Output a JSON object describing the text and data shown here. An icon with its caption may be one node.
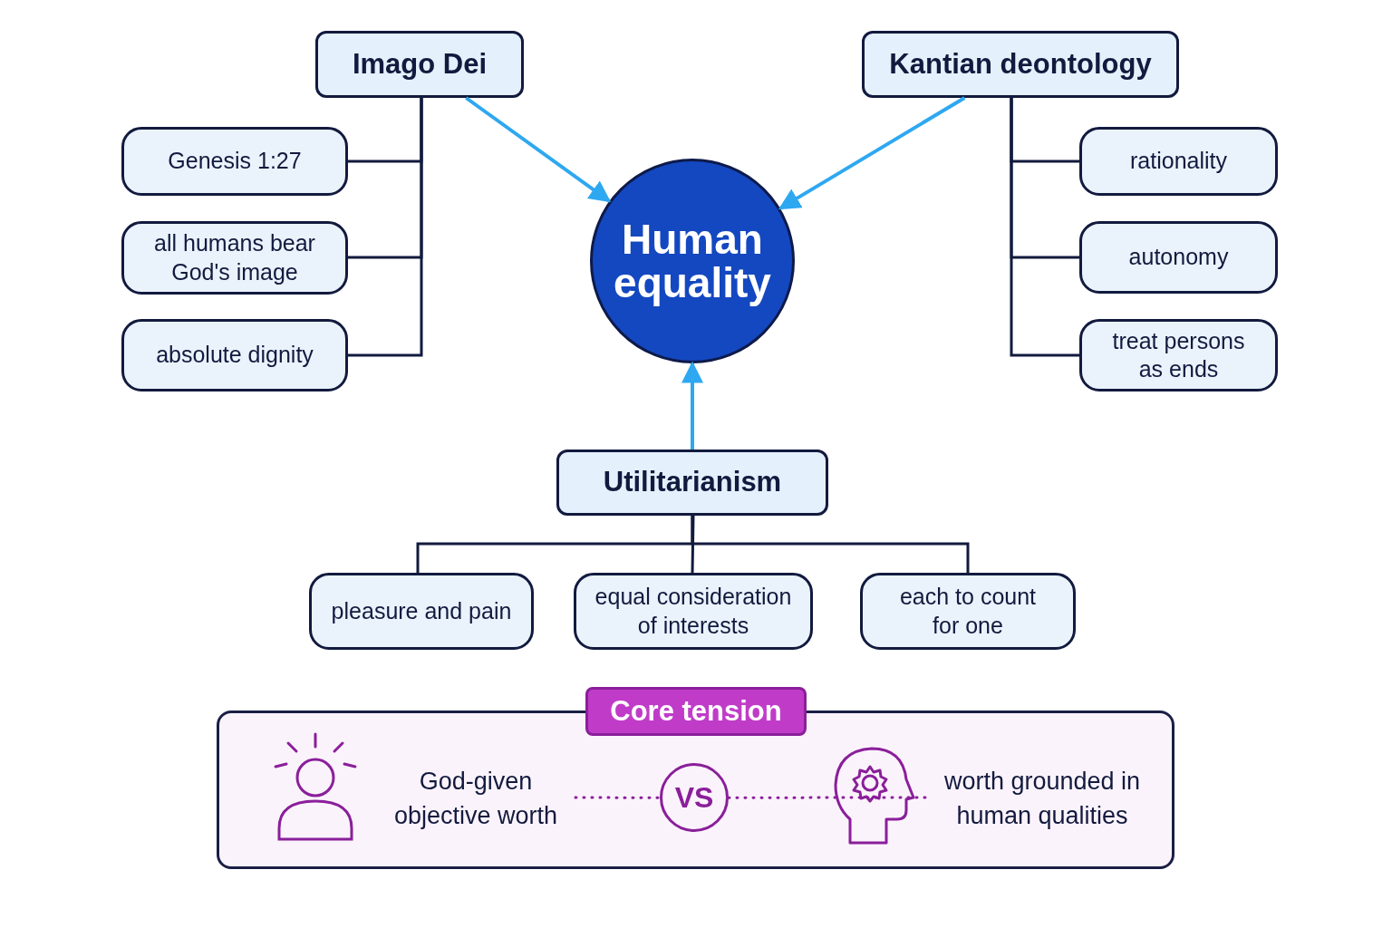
{
  "diagram": {
    "nodes": [
      {
        "text": [
          "Imago Dei"
        ]
      },
      {
        "text": [
          "Genesis 1:27"
        ]
      },
      {
        "text": [
          "all humans bear God's image"
        ]
      },
      {
        "text": [
          "absolute dignity"
        ]
      },
      {
        "text": [
          "Human equality"
        ]
      },
      {
        "text": [
          "Kantian deontology"
        ]
      },
      {
        "text": [
          "rationality"
        ]
      },
      {
        "text": [
          "autonomy"
        ]
      },
      {
        "text": [
          "treat persons as ends"
        ]
      },
      {
        "text": [
          "Utilitarianism"
        ]
      },
      {
        "text": [
          "pleasure and pain"
        ]
      },
      {
        "text": [
          "equal consideration of interests"
        ]
      },
      {
        "text": [
          "each to count for one"
        ]
      },
      {
        "text": [
          "Core tension"
        ]
      },
      {
        "text": [
          "God-given objective worth"
        ],
        "in": 13
      },
      {
        "text": [
          "VS"
        ],
        "in": 13
      },
      {
        "text": [
          "worth grounded in human qualities"
        ],
        "in": 13
      }
    ],
    "edges": [
      {
        "from": 0,
        "to": 1,
        "arrow": "none"
      },
      {
        "from": 0,
        "to": 2,
        "arrow": "none"
      },
      {
        "from": 0,
        "to": 3,
        "arrow": "none"
      },
      {
        "from": 0,
        "to": 4,
        "arrow": "to",
        "color": "#2ea8f0"
      },
      {
        "from": 5,
        "to": 4,
        "arrow": "to",
        "color": "#2ea8f0"
      },
      {
        "from": 5,
        "to": 6,
        "arrow": "none"
      },
      {
        "from": 5,
        "to": 7,
        "arrow": "none"
      },
      {
        "from": 5,
        "to": 8,
        "arrow": "none"
      },
      {
        "from": 9,
        "to": 4,
        "arrow": "to",
        "color": "#2ea8f0"
      },
      {
        "from": 9,
        "to": 10,
        "arrow": "none"
      },
      {
        "from": 9,
        "to": 11,
        "arrow": "none"
      },
      {
        "from": 9,
        "to": 12,
        "arrow": "none"
      },
      {
        "from": 14,
        "to": 15,
        "arrow": "none",
        "style": "dashed",
        "color": "#8a1f9a"
      },
      {
        "from": 15,
        "to": 16,
        "arrow": "none",
        "style": "dashed",
        "color": "#8a1f9a"
      }
    ]
  }
}
